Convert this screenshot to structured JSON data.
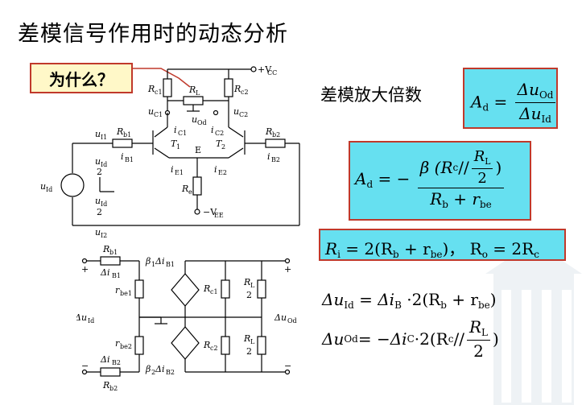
{
  "slide": {
    "title": "差模信号作用时的动态分析",
    "why_label": "为什么？",
    "gain_label": "差模放大倍数"
  },
  "circuit_top": {
    "vcc": "+V",
    "vcc_sub": "CC",
    "vee": "−V",
    "vee_sub": "EE",
    "rc1": "R",
    "rc1_sub": "c1",
    "rc2": "R",
    "rc2_sub": "c2",
    "rl": "R",
    "rl_sub": "L",
    "rb1": "R",
    "rb1_sub": "b1",
    "rb2": "R",
    "rb2_sub": "b2",
    "re": "R",
    "re_sub": "e",
    "uc1": "u",
    "uc1_sub": "C1",
    "uc2": "u",
    "uc2_sub": "C2",
    "uod": "u",
    "uod_sub": "Od",
    "ui1": "u",
    "ui1_sub": "I1",
    "ui2": "u",
    "ui2_sub": "I2",
    "uid": "u",
    "uid_sub": "Id",
    "ic1": "i",
    "ic1_sub": "C1",
    "ic2": "i",
    "ic2_sub": "C2",
    "ib1": "i",
    "ib1_sub": "B1",
    "ib2": "i",
    "ib2_sub": "B2",
    "ie1": "i",
    "ie1_sub": "E1",
    "ie2": "i",
    "ie2_sub": "E2",
    "t1": "T",
    "t1_sub": "1",
    "t2": "T",
    "t2_sub": "2",
    "e_node": "E",
    "half_num": "u",
    "half_num_sub": "Id",
    "half_den": "2"
  },
  "circuit_bottom": {
    "rb1": "R",
    "rb1_sub": "b1",
    "rb2": "R",
    "rb2_sub": "b2",
    "rbe1": "r",
    "rbe1_sub": "be1",
    "rbe2": "r",
    "rbe2_sub": "be2",
    "dib1": "Δi",
    "dib1_sub": "B1",
    "dib2": "Δi",
    "dib2_sub": "B2",
    "src1": "β",
    "src1_sub": "1",
    "src1_tail": "Δi",
    "src1_tail_sub": "B1",
    "src2": "β",
    "src2_sub": "2",
    "src2_tail": "Δi",
    "src2_tail_sub": "B2",
    "rc1": "R",
    "rc1_sub": "c1",
    "rc2": "R",
    "rc2_sub": "c2",
    "rl": "R",
    "rl_sub": "L",
    "rl_den": "2",
    "duid": "Δu",
    "duid_sub": "Id",
    "duod": "Δu",
    "duod_sub": "Od",
    "plus": "+",
    "minus": "−"
  },
  "equations": {
    "ad_def": {
      "lhs": "A",
      "lhs_sub": "d",
      "eq": "=",
      "num": "Δu",
      "num_sub": "Od",
      "den": "Δu",
      "den_sub": "Id"
    },
    "ad_result": {
      "lhs": "A",
      "lhs_sub": "d",
      "eq": "= −",
      "num": "β (R",
      "num_sub": "c",
      "num_mid": " // ",
      "rl": "R",
      "rl_sub": "L",
      "rl_den": "2",
      "num_close": ")",
      "den_a": "R",
      "den_a_sub": "b",
      "den_plus": " + r",
      "den_b_sub": "be"
    },
    "ri_ro": {
      "text1": "R",
      "sub1": "i",
      "text2": " = 2(R",
      "sub2": "b",
      "text3": " + r",
      "sub3": "be",
      "text4": ")，  R",
      "sub4": "o",
      "text5": " = 2R",
      "sub5": "c"
    },
    "duid_eq": {
      "a": "Δu",
      "a_sub": "Id",
      "b": " = Δi",
      "b_sub": "B",
      "c": " ·2(R",
      "c_sub": "b",
      "d": " + r",
      "d_sub": "be",
      "e": ")"
    },
    "duod_eq": {
      "a": "Δu",
      "a_sub": "Od",
      "b": " = −Δi",
      "b_sub": "C",
      "c": " ·2(R",
      "c_sub": "c",
      "d": " // ",
      "rl": "R",
      "rl_sub": "L",
      "rl_den": "2",
      "e": ")"
    }
  }
}
